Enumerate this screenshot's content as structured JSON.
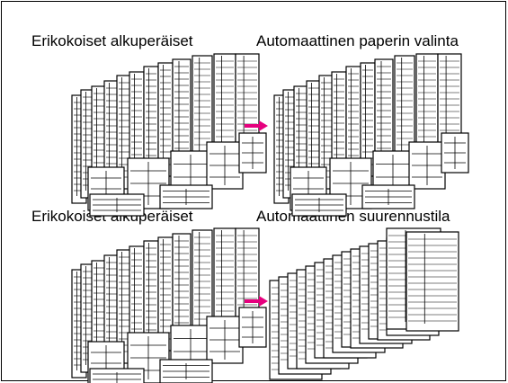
{
  "panels": [
    {
      "label": "Erikokoiset alkuperäiset",
      "kind": "mixed"
    },
    {
      "label": "Automaattinen paperin valinta",
      "kind": "mixed"
    },
    {
      "label": "Erikokoiset alkuperäiset",
      "kind": "mixed"
    },
    {
      "label": "Automaattinen suurennustila",
      "kind": "uniform"
    }
  ],
  "arrow_color": "#e6007e"
}
